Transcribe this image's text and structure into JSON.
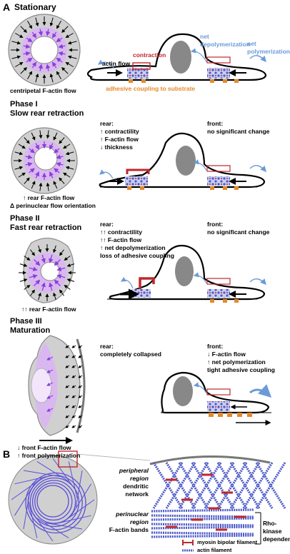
{
  "panel_a": {
    "letter": "A",
    "stationary": {
      "title": "Stationary",
      "caption": "centripetal F-actin flow",
      "label_contraction": "contraction",
      "label_actin_flow": "actin flow",
      "label_net_depolymerization": "net\ndepolymerization",
      "label_net_polymerization": "net\npolymerization",
      "label_adhesive_coupling": "adhesive coupling to substrate"
    },
    "phase1": {
      "title_line1": "Phase I",
      "title_line2": "Slow rear retraction",
      "rear_heading": "rear:",
      "rear_lines": [
        "↑ contractility",
        "↑ F-actin flow",
        "↓ thickness"
      ],
      "front_heading": "front:",
      "front_lines": [
        "no significant change"
      ],
      "caption_line1": "↑ rear F-actin flow",
      "caption_line2": "Δ perinuclear flow orientation"
    },
    "phase2": {
      "title_line1": "Phase II",
      "title_line2": "Fast rear retraction",
      "rear_heading": "rear:",
      "rear_lines": [
        "↑↑ contractility",
        "↑↑ F-actin flow",
        "↑ net depolymerization",
        "loss of adhesive coupling"
      ],
      "front_heading": "front:",
      "front_lines": [
        "no significant change"
      ],
      "caption": "↑↑ rear F-actin flow"
    },
    "phase3": {
      "title_line1": "Phase III",
      "title_line2": "Maturation",
      "rear_heading": "rear:",
      "rear_lines": [
        "completely collapsed"
      ],
      "front_heading": "front:",
      "front_lines": [
        "↓ F-actin flow",
        "↑ net polymerization",
        "tight adhesive coupling"
      ],
      "caption_line1": "↓ front F-actin flow",
      "caption_line2": "↑ front polymerization"
    }
  },
  "panel_b": {
    "letter": "B",
    "peripheral_italic": "peripheral region",
    "peripheral_rest": "dendritic network",
    "perinuclear_italic": "perinuclear region",
    "perinuclear_rest": "F-actin bands",
    "rho_line1": "Rho-kinase",
    "rho_line2": "dependent",
    "legend_myosin": "myosin bipolar filament",
    "legend_actin": "actin filament"
  },
  "colors": {
    "purple": "#8a3fd8",
    "light_purple": "#d9b8ef",
    "gray": "#d0d0d0",
    "red": "#c0272d",
    "blue": "#6a9bd8",
    "orange": "#e48a2a",
    "nucleus": "#888888",
    "filament": "#4b59c8"
  }
}
